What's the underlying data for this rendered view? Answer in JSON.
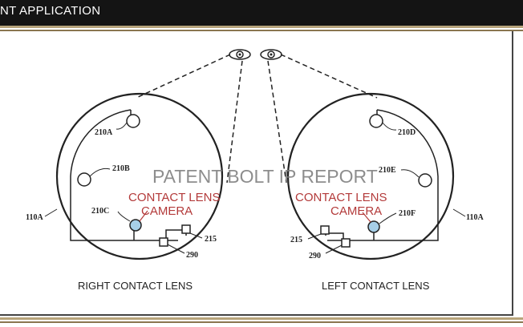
{
  "header": {
    "title": "NT APPLICATION"
  },
  "watermark": "PATENT BOLT IP REPORT",
  "colors": {
    "header_bg": "#141414",
    "accent_gold": "#b7a47b",
    "annotation_red": "#b33a3a"
  },
  "right_lens": {
    "caption": "RIGHT CONTACT LENS",
    "ref_lens": "110A",
    "ref_a": "210A",
    "ref_b": "210B",
    "ref_c": "210C",
    "ref_circuit": "215",
    "ref_controller": "290",
    "camera_line1": "CONTACT LENS",
    "camera_line2": "CAMERA"
  },
  "left_lens": {
    "caption": "LEFT CONTACT LENS",
    "ref_lens": "110A",
    "ref_d": "210D",
    "ref_e": "210E",
    "ref_f": "210F",
    "ref_circuit": "215",
    "ref_controller": "290",
    "camera_line1": "CONTACT LENS",
    "camera_line2": "CAMERA"
  }
}
